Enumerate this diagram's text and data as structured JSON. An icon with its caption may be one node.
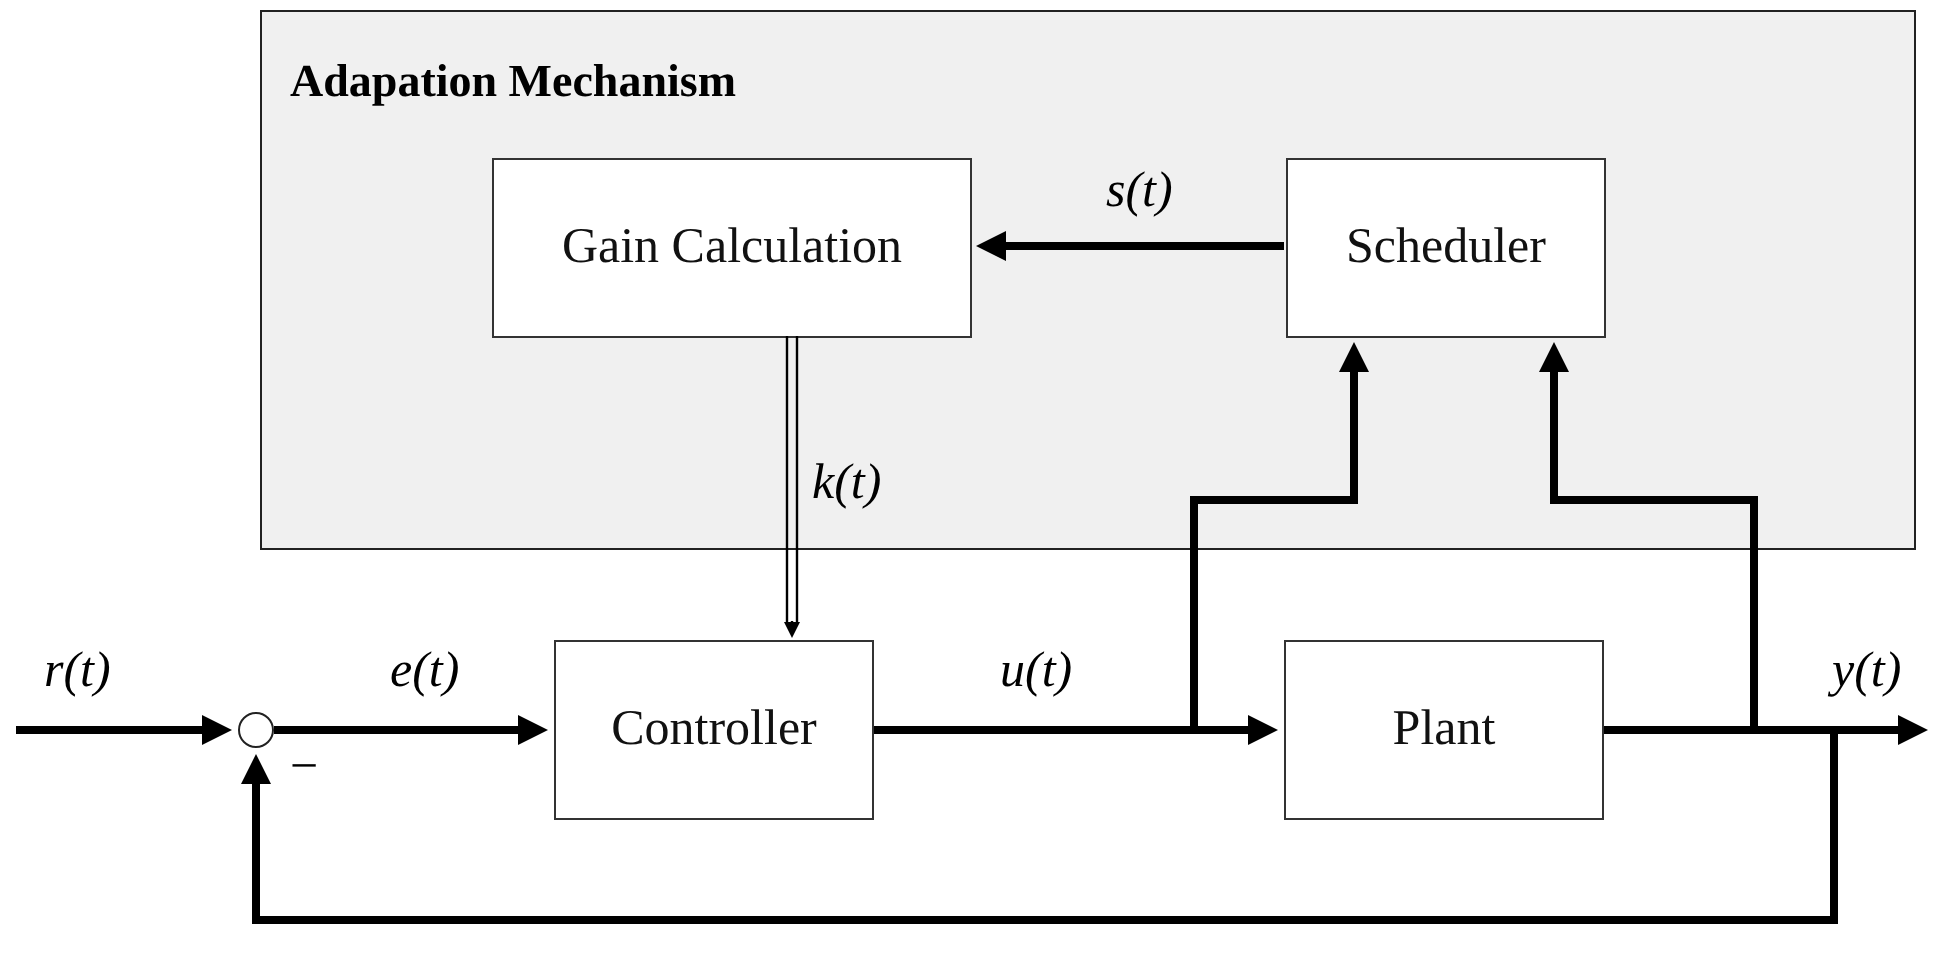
{
  "diagram": {
    "nodes": [
      {
        "text": [
          "Adapation Mechanism"
        ]
      },
      {
        "text": [
          "Gain Calculation"
        ],
        "in": 0
      },
      {
        "text": [
          "Scheduler"
        ],
        "in": 0
      },
      {
        "text": [
          "Controller"
        ]
      },
      {
        "text": [
          "Plant"
        ]
      },
      {
        "text": [],
        "shape": "circle"
      }
    ],
    "edges": [
      {
        "from": null,
        "to": 5,
        "arrow": "to",
        "label": "r(t)"
      },
      {
        "from": 5,
        "to": 3,
        "arrow": "to",
        "label": "e(t)"
      },
      {
        "from": 3,
        "to": 4,
        "arrow": "to",
        "label": "u(t)"
      },
      {
        "from": 4,
        "to": null,
        "arrow": "to",
        "label": "y(t)"
      },
      {
        "from": 2,
        "to": 1,
        "arrow": "to",
        "label": "s(t)"
      },
      {
        "from": 1,
        "to": 3,
        "arrow": "to",
        "label": "k(t)"
      },
      {
        "from": 3,
        "to": 2,
        "arrow": "to"
      },
      {
        "from": 4,
        "to": 2,
        "arrow": "to"
      },
      {
        "from": 4,
        "to": 5,
        "arrow": "to"
      }
    ],
    "labels": [
      "−"
    ]
  }
}
